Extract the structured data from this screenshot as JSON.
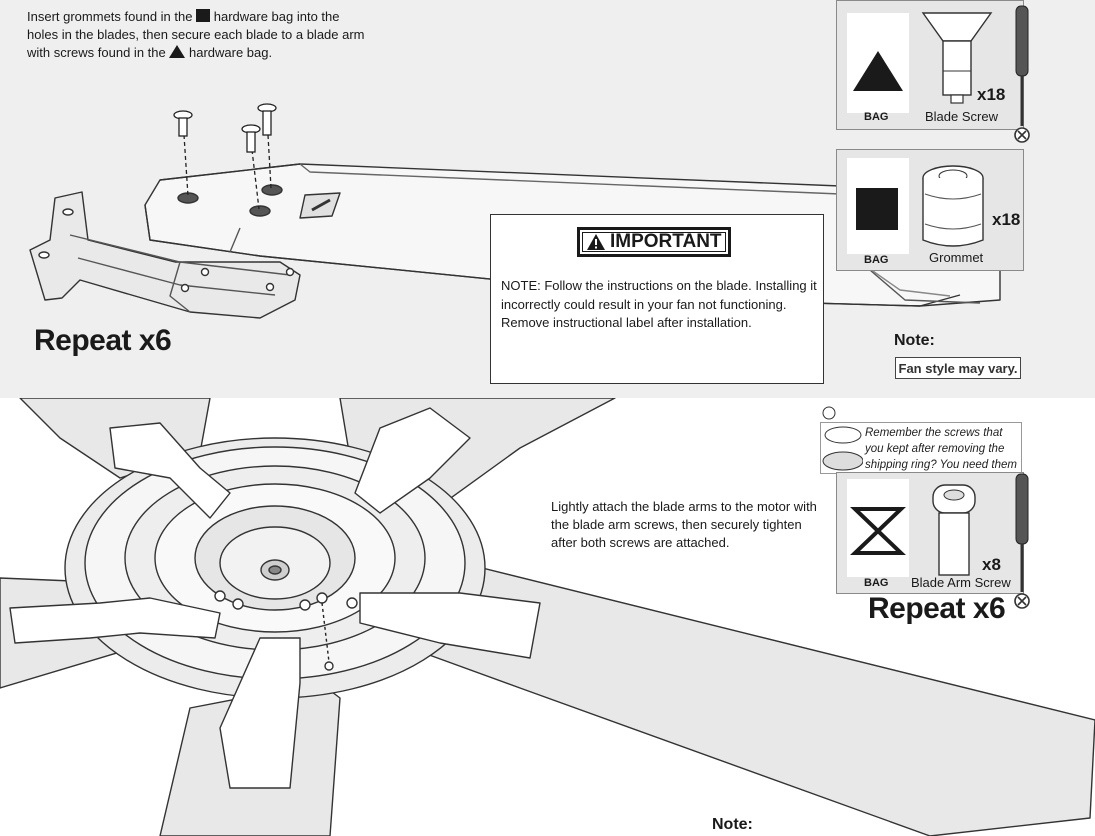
{
  "step1": {
    "instruction_part1": "Insert grommets found in the",
    "instruction_part2": "hardware bag into the",
    "instruction_line2": "holes in the blades, then secure each blade to a blade arm",
    "instruction_line3a": "with screws found in the",
    "instruction_line3b": "hardware bag.",
    "repeat_label": "Repeat x6"
  },
  "hardware": {
    "blade_screw": {
      "bag_label": "BAG",
      "bag_symbol": "triangle",
      "part_label": "Blade Screw",
      "qty": "x18"
    },
    "grommet": {
      "bag_label": "BAG",
      "bag_symbol": "square",
      "part_label": "Grommet",
      "qty": "x18"
    },
    "blade_arm_screw": {
      "bag_label": "BAG",
      "bag_symbol": "hourglass",
      "part_label": "Blade Arm Screw",
      "qty": "x8"
    }
  },
  "important": {
    "title": "IMPORTANT",
    "text": "NOTE: Follow the instructions on the blade. Installing it incorrectly could result in your fan not functioning. Remove instructional label after installation."
  },
  "note1": {
    "label": "Note:",
    "text": "Fan style may vary."
  },
  "callout": {
    "text": "Remember the screws that you kept after removing the shipping ring? You need them here."
  },
  "step2": {
    "instruction": "Lightly attach the blade arms to the motor with the blade arm screws, then securely tighten after both screws are attached.",
    "repeat_label": "Repeat x6"
  },
  "note2": {
    "label": "Note:"
  },
  "colors": {
    "band": "#efefef",
    "panel": "#e6e6e6",
    "ink": "#1a1a1a",
    "line": "#333333"
  }
}
